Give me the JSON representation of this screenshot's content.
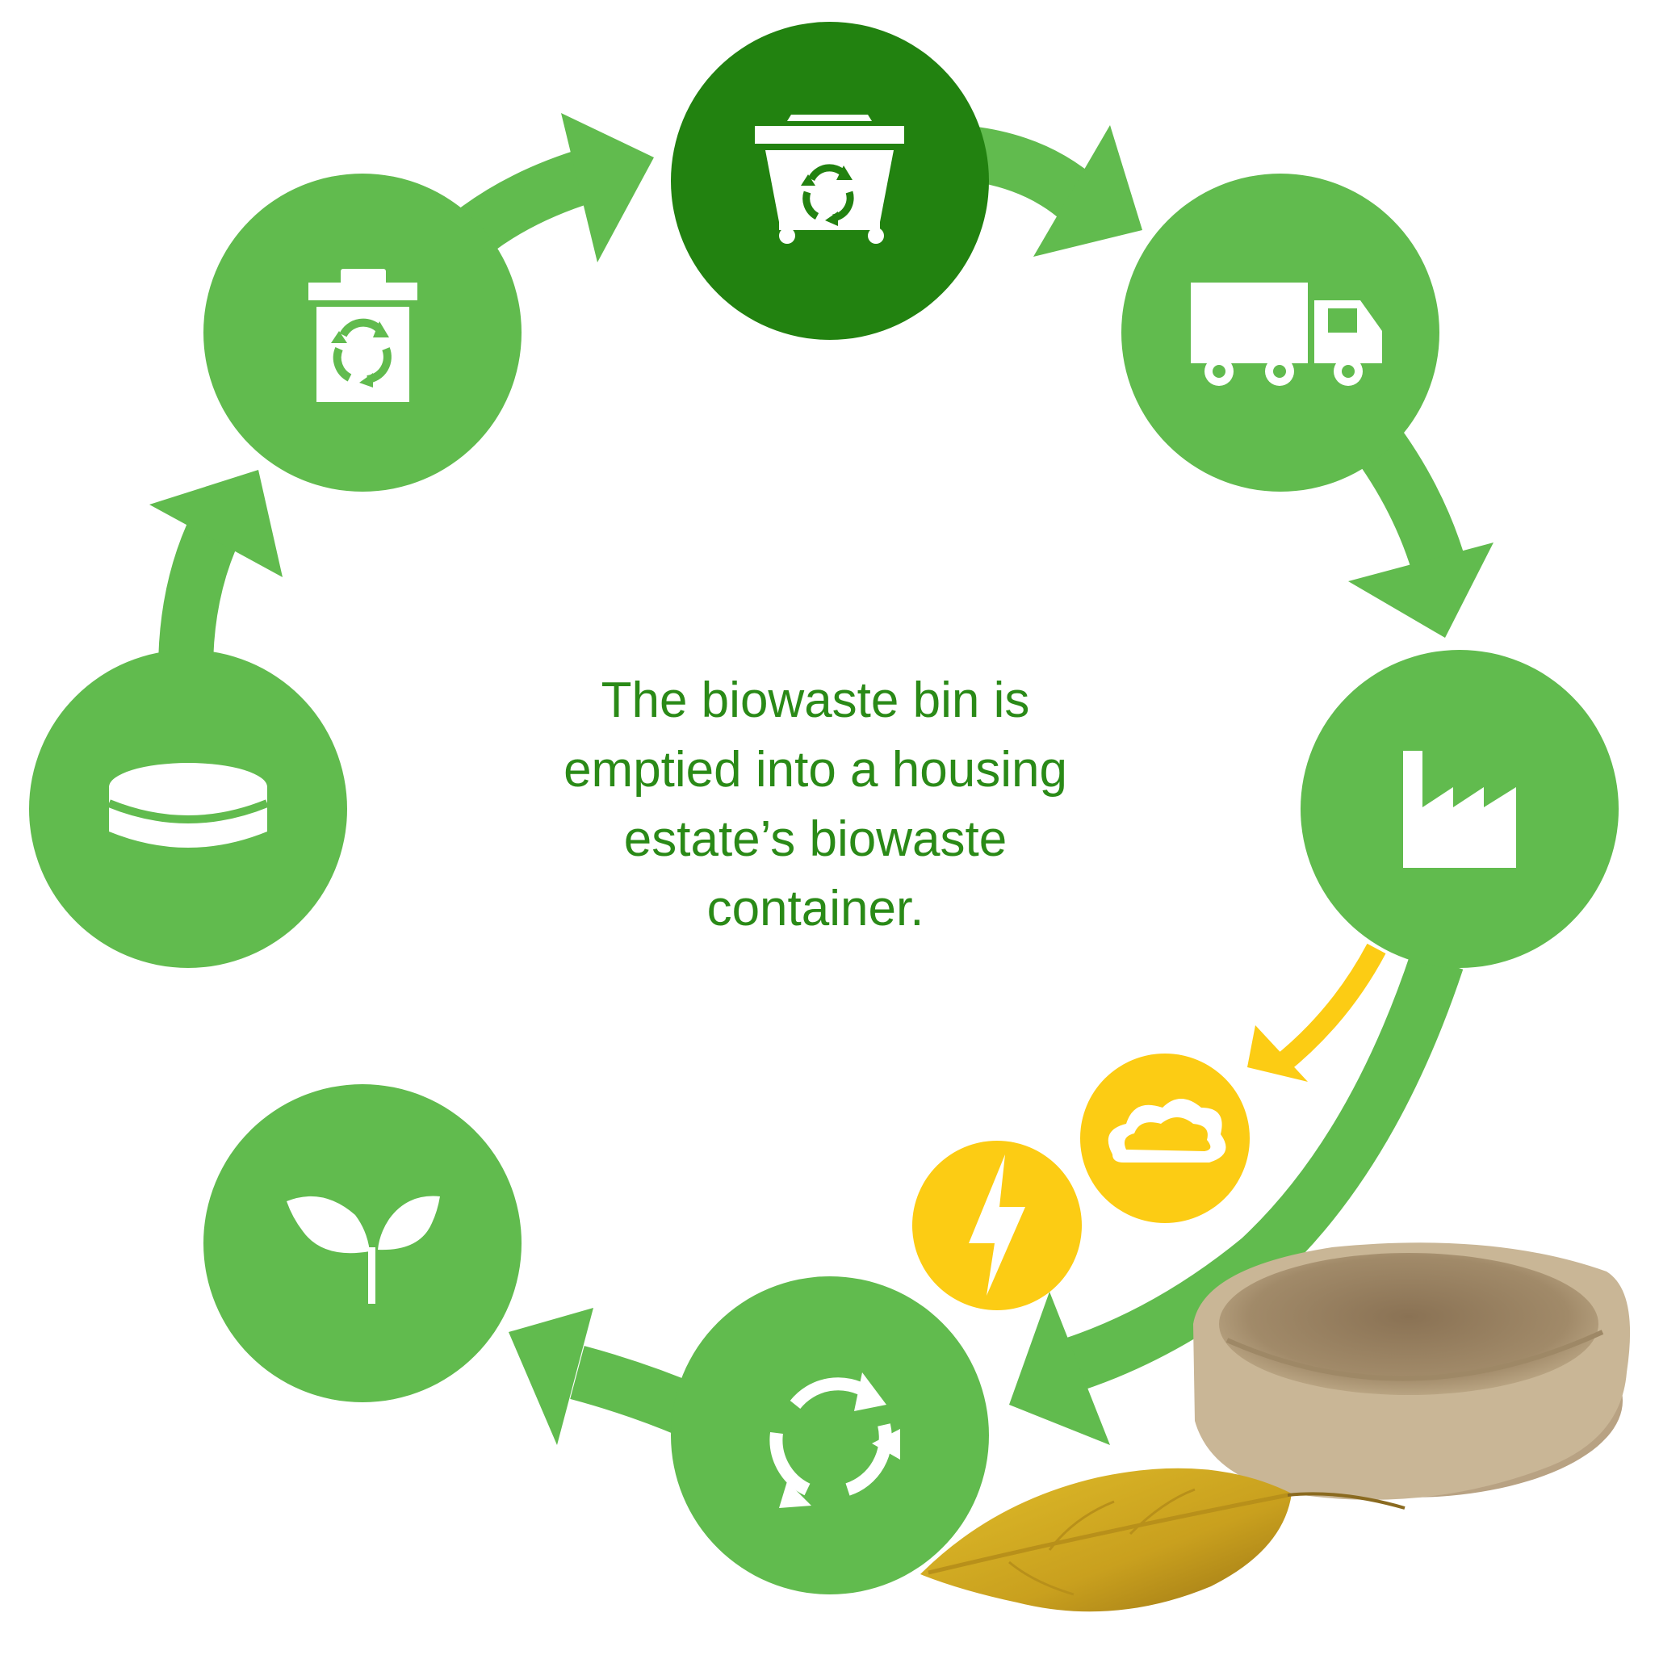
{
  "caption": {
    "lines": [
      "The biowaste bin is",
      "emptied into a housing",
      "estate’s biowaste",
      "container."
    ]
  },
  "colors": {
    "green": "#61bb4e",
    "active_green": "#228210",
    "yellow": "#fccc14",
    "caption_text": "#2a8a17",
    "icon": "#ffffff"
  },
  "steps": [
    {
      "id": "pellet",
      "icon": "pellet-disc-icon",
      "active": false
    },
    {
      "id": "kitchen-bin",
      "icon": "recycling-bin-icon",
      "active": false
    },
    {
      "id": "estate-container",
      "icon": "wheeled-container-icon",
      "active": true
    },
    {
      "id": "transport",
      "icon": "truck-icon",
      "active": false
    },
    {
      "id": "plant",
      "icon": "factory-icon",
      "active": false
    },
    {
      "id": "recycling",
      "icon": "recycle-icon",
      "active": false
    },
    {
      "id": "growth",
      "icon": "sprout-icon",
      "active": false
    }
  ],
  "byproducts": [
    {
      "id": "biogas",
      "icon": "cloud-icon"
    },
    {
      "id": "electricity",
      "icon": "lightning-icon"
    }
  ],
  "decoration": [
    "molded-bowl-photo",
    "autumn-leaf-photo"
  ]
}
